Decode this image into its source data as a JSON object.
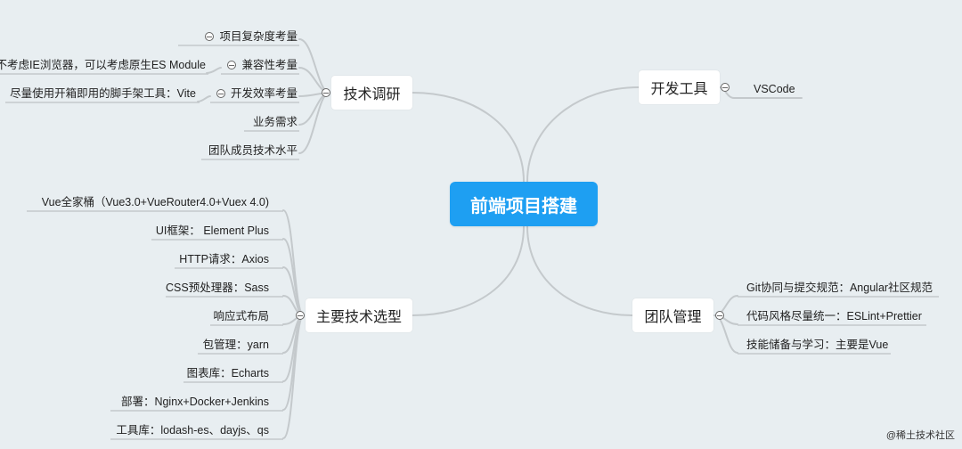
{
  "root": {
    "label": "前端项目搭建"
  },
  "branches": {
    "research": {
      "label": "技术调研",
      "items": [
        "项目复杂度考量",
        "兼容性考量",
        "开发效率考量",
        "业务需求",
        "团队成员技术水平"
      ],
      "sub": {
        "compat": "不考虑IE浏览器，可以考虑原生ES Module",
        "efficiency": "尽量使用开箱即用的脚手架工具：Vite"
      }
    },
    "tools": {
      "label": "开发工具",
      "items": [
        "VSCode"
      ]
    },
    "tech": {
      "label": "主要技术选型",
      "items": [
        "Vue全家桶（Vue3.0+VueRouter4.0+Vuex 4.0)",
        "UI框架： Element Plus",
        "HTTP请求：Axios",
        "CSS预处理器：Sass",
        "响应式布局",
        "包管理：yarn",
        "图表库：Echarts",
        "部署：Nginx+Docker+Jenkins",
        "工具库：lodash-es、dayjs、qs"
      ]
    },
    "team": {
      "label": "团队管理",
      "items": [
        "Git协同与提交规范：Angular社区规范",
        "代码风格尽量统一：ESLint+Prettier",
        "技能储备与学习：主要是Vue"
      ]
    }
  },
  "watermark": "@稀土技术社区",
  "colors": {
    "root": "#1e9ff2",
    "background": "#e8eef1",
    "line": "#c4c9cc"
  }
}
